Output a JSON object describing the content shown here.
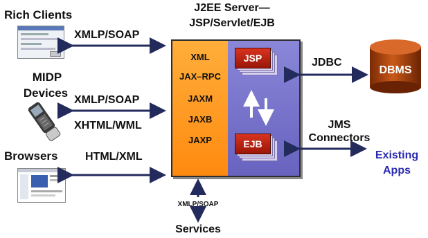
{
  "clients": {
    "rich_clients": "Rich Clients",
    "midp_devices_line1": "MIDP",
    "midp_devices_line2": "Devices",
    "browsers": "Browsers"
  },
  "protocols": {
    "rich_clients": "XMLP/SOAP",
    "midp_1": "XMLP/SOAP",
    "midp_2": "XHTML/WML",
    "browsers": "HTML/XML",
    "services": "XMLP/SOAP"
  },
  "server": {
    "title_line1": "J2EE Server—",
    "title_line2": "JSP/Servlet/EJB",
    "apis": [
      "XML",
      "JAX–RPC",
      "JAXM",
      "JAXB",
      "JAXP"
    ],
    "jsp": "JSP",
    "ejb": "EJB"
  },
  "backend": {
    "jdbc": "JDBC",
    "dbms": "DBMS",
    "jms_line1": "JMS",
    "jms_line2": "Connectors",
    "existing_line1": "Existing",
    "existing_line2": "Apps"
  },
  "services": "Services",
  "colors": {
    "arrow": "#232a5c",
    "api_panel": "#ff9a20",
    "component_panel": "#7a76d0",
    "component_box": "#c22a14",
    "dbms_cylinder": "#b24a10",
    "existing_apps_text": "#2a2ab0"
  },
  "icons": [
    "rich-client-screenshot-icon",
    "mobile-phone-icon",
    "browser-screenshot-icon",
    "database-cylinder-icon",
    "bidirectional-arrow-icon"
  ]
}
